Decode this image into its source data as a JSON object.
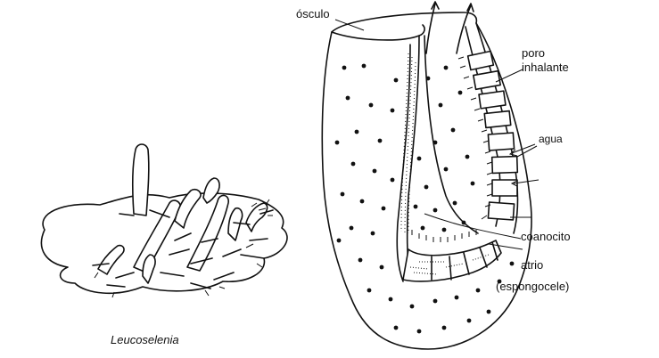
{
  "labels": {
    "osculo": "ósculo",
    "poro_line1": "poro",
    "poro_line2": "inhalante",
    "agua": "agua",
    "coanocito": "coanocito",
    "atrio_line1": "atrio",
    "atrio_line2": "(espongocele)"
  },
  "caption": "Leucoselenia"
}
